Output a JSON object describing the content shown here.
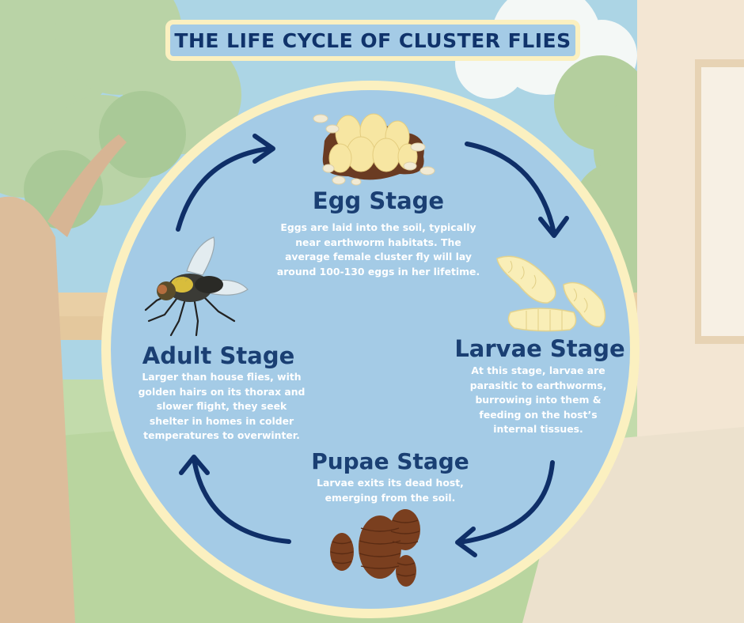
{
  "title": "THE LIFE CYCLE OF CLUSTER FLIES",
  "stages": {
    "egg": {
      "heading": "Egg Stage",
      "lines": [
        "Eggs are laid into the soil, typically",
        "near earthworm habitats. The",
        "average female cluster fly will lay",
        "around 100-130 eggs in her lifetime."
      ],
      "icon": "eggs-icon"
    },
    "larvae": {
      "heading": "Larvae Stage",
      "lines": [
        "At this stage, larvae are",
        "parasitic to earthworms,",
        "burrowing into them &",
        "feeding on the host’s",
        "internal tissues."
      ],
      "icon": "larvae-icon"
    },
    "pupae": {
      "heading": "Pupae Stage",
      "lines": [
        "Larvae exits its dead host,",
        "emerging from the soil."
      ],
      "icon": "pupae-icon"
    },
    "adult": {
      "heading": "Adult Stage",
      "lines": [
        "Larger than house flies, with",
        "golden hairs on its thorax and",
        "slower flight, they seek",
        "shelter in homes in colder",
        "temperatures to overwinter."
      ],
      "icon": "fly-icon"
    }
  },
  "colors": {
    "circle_fill": "#a4cbe6",
    "circle_border": "#fbf0c0",
    "heading": "#1a3f73",
    "arrow": "#0f2f68",
    "text": "#ffffff"
  }
}
